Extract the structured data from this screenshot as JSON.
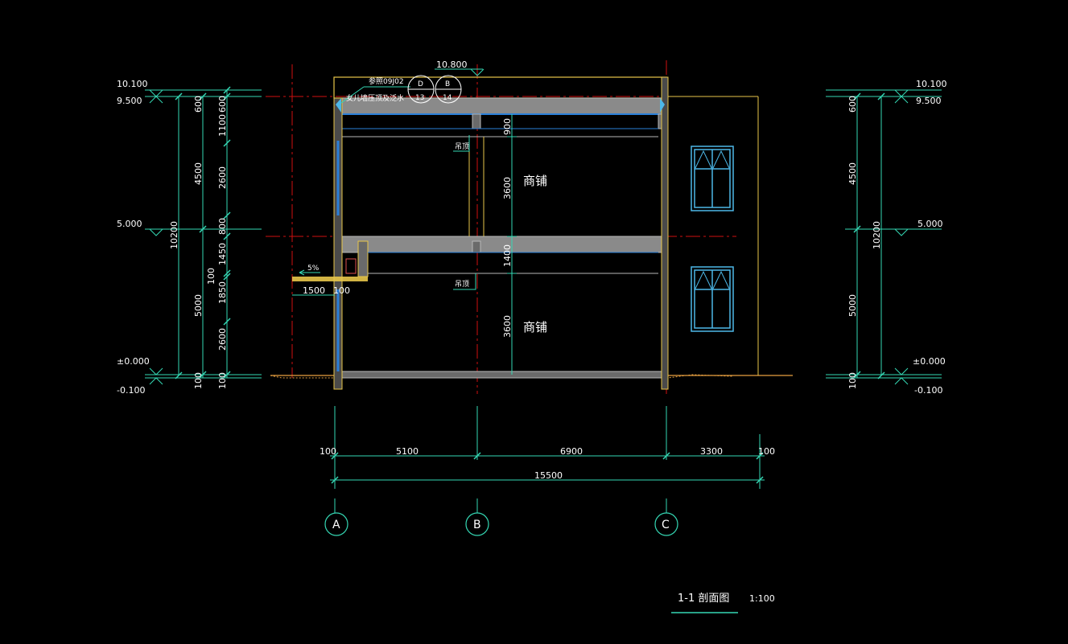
{
  "drawing": {
    "title": "1-1 剖面图",
    "scale": "1:100"
  },
  "elevations_left": [
    {
      "id": "e1",
      "value": "10.100"
    },
    {
      "id": "e2",
      "value": "9.500"
    },
    {
      "id": "e3",
      "value": "5.000"
    },
    {
      "id": "e4",
      "value": "±0.000"
    },
    {
      "id": "e5",
      "value": "-0.100"
    }
  ],
  "elevations_right": [
    {
      "id": "r1",
      "value": "10.100"
    },
    {
      "id": "r2",
      "value": "9.500"
    },
    {
      "id": "r3",
      "value": "5.000"
    },
    {
      "id": "r4",
      "value": "±0.000"
    },
    {
      "id": "r5",
      "value": "-0.100"
    }
  ],
  "top_elevation": "10.800",
  "left_dims": {
    "outer_total": "10200",
    "col1": [
      "600",
      "4500",
      "5000",
      "100"
    ],
    "col2": [
      "600",
      "1100",
      "2600",
      "800",
      "1450",
      "100",
      "1850",
      "2600",
      "100"
    ]
  },
  "right_dims": {
    "outer_total": "10200",
    "col1": [
      "600",
      "4500",
      "5000",
      "100"
    ]
  },
  "interior_dims": [
    "900",
    "3600",
    "1400",
    "3600"
  ],
  "rooms": [
    "商铺",
    "商铺"
  ],
  "ceiling_labels": [
    "吊顶",
    "吊顶"
  ],
  "parapet_note": {
    "ref": "参照09J02",
    "text": "女儿墙压顶及泛水",
    "detail_a_top": "D",
    "detail_a_bottom": "13",
    "detail_b_top": "B",
    "detail_b_bottom": "14"
  },
  "canopy": {
    "slope": "5%",
    "width": "1500",
    "offset": "100"
  },
  "bottom_dims": {
    "segments": [
      "100",
      "5100",
      "6900",
      "3300",
      "100"
    ],
    "total": "15500"
  },
  "axes": [
    "A",
    "B",
    "C"
  ],
  "colors": {
    "dim_line": "#35d8b4",
    "axis_red": "#d01010",
    "wall_yellow": "#e8c64a",
    "slab": "#b8b8b8",
    "blue": "#2a7fd8",
    "window": "#4db8e8",
    "ground": "#e8a040"
  }
}
